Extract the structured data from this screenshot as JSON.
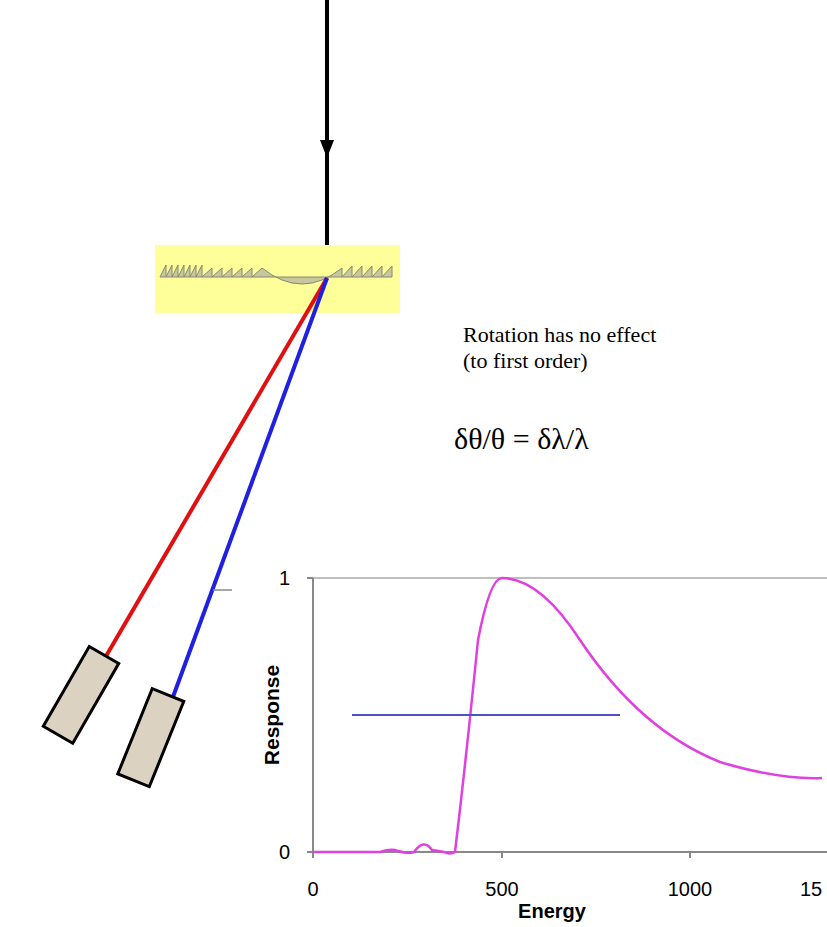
{
  "diagram": {
    "labels": [
      "Rotation has no effect (to first order)",
      "δθ/θ = δλ/λ",
      "1",
      "0",
      "Response",
      "0",
      "500",
      "1000",
      "15",
      "Energy"
    ]
  }
}
